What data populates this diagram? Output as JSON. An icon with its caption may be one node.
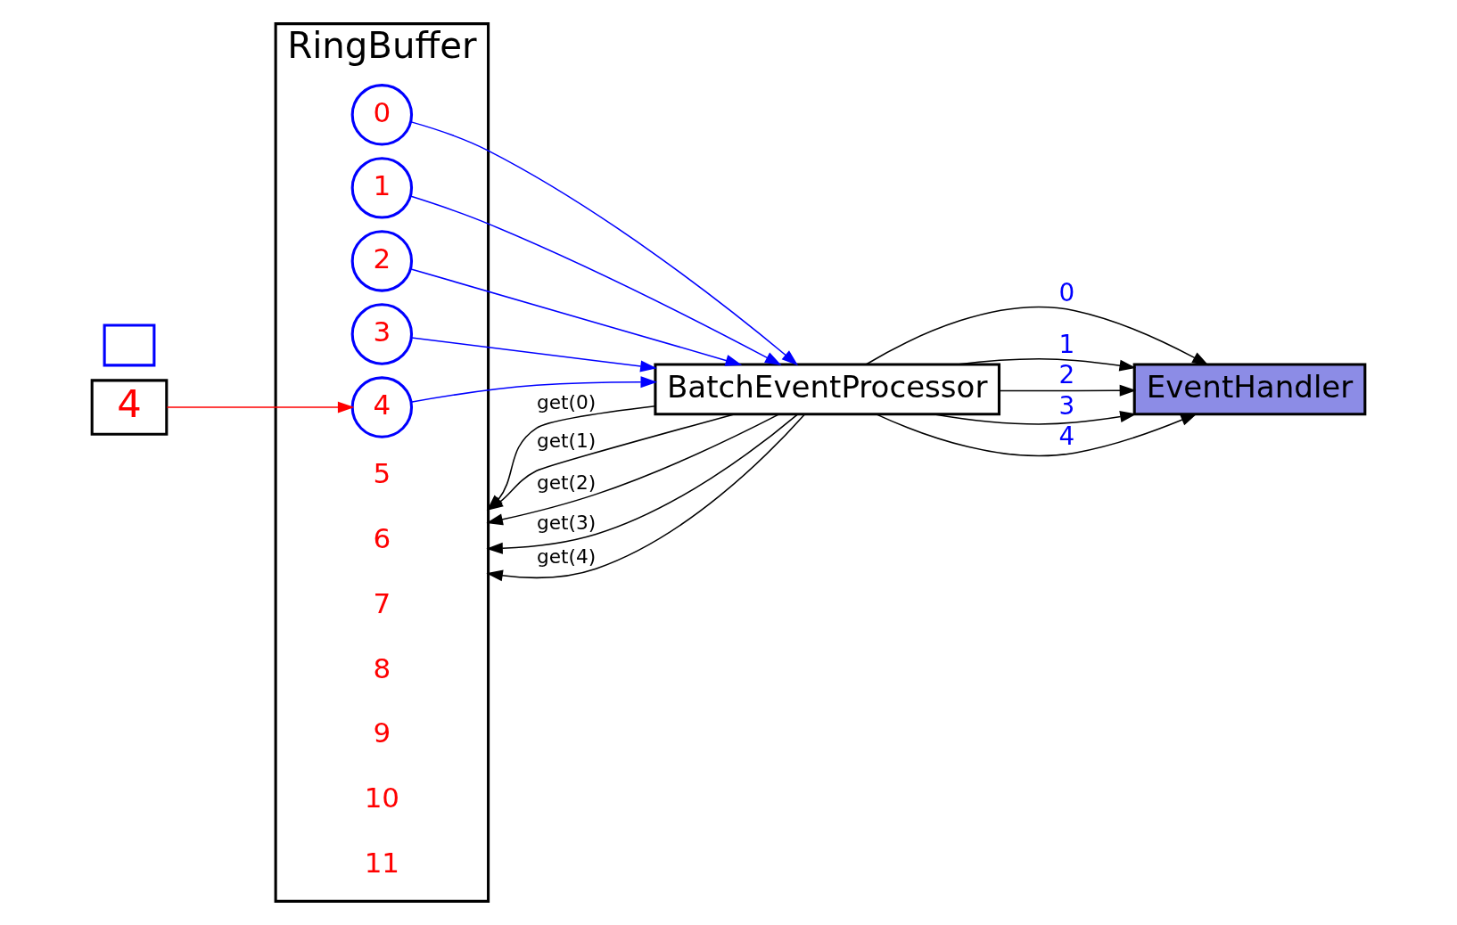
{
  "diagram": {
    "nodes": [
      {
        "text": [
          "RingBuffer"
        ]
      },
      {
        "text": [
          "4"
        ]
      },
      {
        "text": [
          "0"
        ],
        "in": 0
      },
      {
        "text": [
          "1"
        ],
        "in": 0
      },
      {
        "text": [
          "2"
        ],
        "in": 0
      },
      {
        "text": [
          "3"
        ],
        "in": 0
      },
      {
        "text": [
          "4"
        ],
        "in": 0
      },
      {
        "text": [
          "5"
        ],
        "in": 0
      },
      {
        "text": [
          "6"
        ],
        "in": 0
      },
      {
        "text": [
          "7"
        ],
        "in": 0
      },
      {
        "text": [
          "8"
        ],
        "in": 0
      },
      {
        "text": [
          "9"
        ],
        "in": 0
      },
      {
        "text": [
          "10"
        ],
        "in": 0
      },
      {
        "text": [
          "11"
        ],
        "in": 0
      },
      {
        "text": [],
        "shape": "box"
      },
      {
        "text": [
          "BatchEventProcessor"
        ]
      },
      {
        "text": [
          "EventHandler"
        ]
      }
    ],
    "edges": [
      {
        "from": 1,
        "to": 6,
        "arrow": "to",
        "color": "#ff0000"
      },
      {
        "from": 15,
        "to": 0,
        "arrow": "to",
        "label": "get(0)"
      },
      {
        "from": 15,
        "to": 0,
        "arrow": "to",
        "label": "get(1)"
      },
      {
        "from": 15,
        "to": 0,
        "arrow": "to",
        "label": "get(2)"
      },
      {
        "from": 15,
        "to": 0,
        "arrow": "to",
        "label": "get(3)"
      },
      {
        "from": 15,
        "to": 0,
        "arrow": "to",
        "label": "get(4)"
      },
      {
        "from": 2,
        "to": 15,
        "arrow": "to",
        "color": "#0000ff"
      },
      {
        "from": 3,
        "to": 15,
        "arrow": "to",
        "color": "#0000ff"
      },
      {
        "from": 4,
        "to": 15,
        "arrow": "to",
        "color": "#0000ff"
      },
      {
        "from": 5,
        "to": 15,
        "arrow": "to",
        "color": "#0000ff"
      },
      {
        "from": 6,
        "to": 15,
        "arrow": "to",
        "color": "#0000ff"
      },
      {
        "from": 15,
        "to": 16,
        "arrow": "to",
        "label": "0"
      },
      {
        "from": 15,
        "to": 16,
        "arrow": "to",
        "label": "1"
      },
      {
        "from": 15,
        "to": 16,
        "arrow": "to",
        "label": "2"
      },
      {
        "from": 15,
        "to": 16,
        "arrow": "to",
        "label": "3"
      },
      {
        "from": 15,
        "to": 16,
        "arrow": "to",
        "label": "4"
      }
    ]
  }
}
